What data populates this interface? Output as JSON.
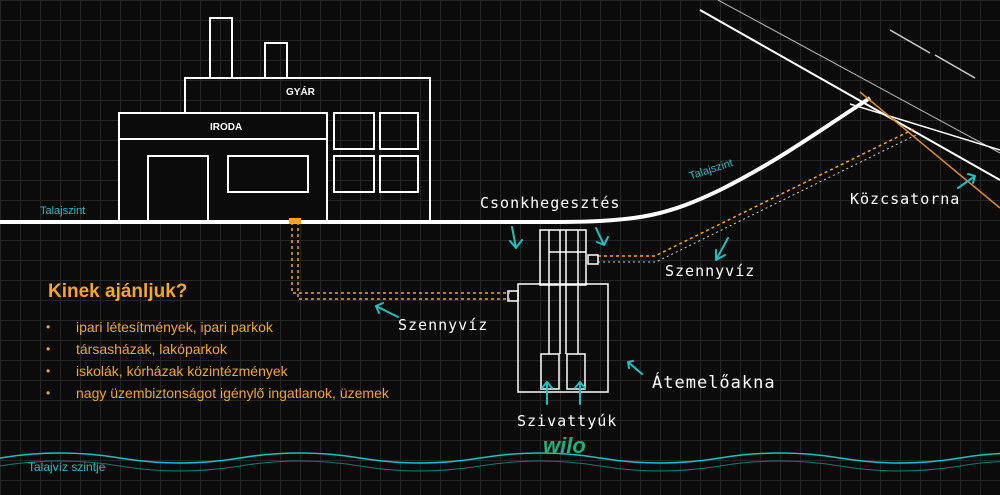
{
  "building": {
    "factory_label": "GYÁR",
    "office_label": "IRODA"
  },
  "labels": {
    "ground_left": "Talajszint",
    "ground_right": "Talajszint",
    "stub_welding": "Csonkhegesztés",
    "public_sewer": "Közcsatorna",
    "wastewater_right": "Szennyvíz",
    "wastewater_left": "Szennyvíz",
    "lift_shaft": "Átemelőakna",
    "pumps": "Szivattyúk",
    "groundwater_level": "Talajvíz szintje"
  },
  "recommend": {
    "title": "Kinek ajánljuk?",
    "items": [
      "ipari létesítmények, ipari parkok",
      "társasházak, lakóparkok",
      "iskolák, kórházak közintézmények",
      "nagy üzembiztonságot igénylő ingatlanok, üzemek"
    ]
  },
  "brand": {
    "logo_text": "wilo"
  },
  "colors": {
    "accent_orange": "#f5a623",
    "teal": "#1cc2c2",
    "wilo_green": "#1fb07c",
    "line_white": "#ffffff",
    "background": "#0b0b0b"
  }
}
